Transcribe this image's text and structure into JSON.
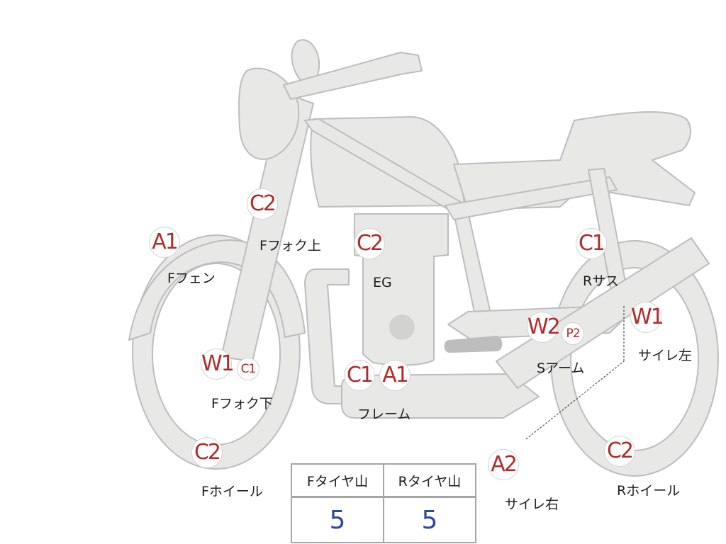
{
  "badges": [
    {
      "code": "A1",
      "color": "#b32a2a"
    },
    {
      "code": "C2",
      "color": "#b32a2a"
    },
    {
      "code": "C2",
      "color": "#b32a2a"
    },
    {
      "code": "C1",
      "color": "#b32a2a"
    },
    {
      "code": "W1",
      "color": "#b32a2a"
    },
    {
      "code": "C1",
      "color": "#b32a2a"
    },
    {
      "code": "C1",
      "color": "#b32a2a"
    },
    {
      "code": "A1",
      "color": "#b32a2a"
    },
    {
      "code": "W2",
      "color": "#b32a2a"
    },
    {
      "code": "P2",
      "color": "#b32a2a"
    },
    {
      "code": "W1",
      "color": "#b32a2a"
    },
    {
      "code": "C2",
      "color": "#b32a2a"
    },
    {
      "code": "A2",
      "color": "#b32a2a"
    },
    {
      "code": "C2",
      "color": "#b32a2a"
    }
  ],
  "labels": {
    "f_fender": "Fフェン",
    "f_fork_upper": "Fフォク上",
    "engine": "EG",
    "r_suspension": "Rサス",
    "f_fork_lower": "Fフォク下",
    "frame": "フレーム",
    "swing_arm": "Sアーム",
    "muffler_left": "サイレ左",
    "f_wheel": "Fホイール",
    "muffler_right": "サイレ右",
    "r_wheel": "Rホイール"
  },
  "tire_tread": {
    "headers": [
      "Fタイヤ山",
      "Rタイヤ山"
    ],
    "values": [
      "5",
      "5"
    ]
  },
  "colors": {
    "body": "#e8e8e6",
    "outline": "#bdbdbd",
    "badge_text": "#b32a2a",
    "tread_value": "#2e4a9e"
  }
}
